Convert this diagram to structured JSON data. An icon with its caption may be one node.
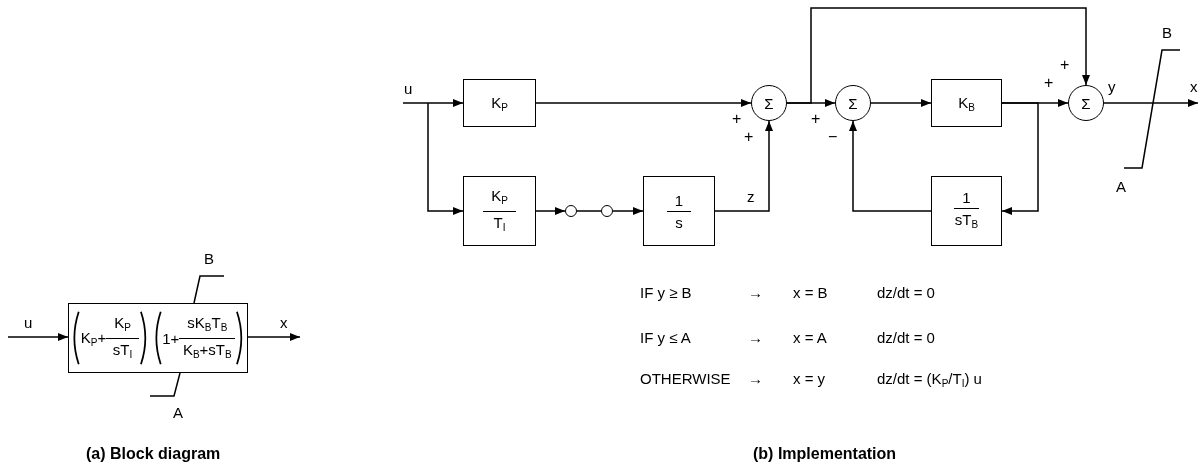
{
  "diagram": {
    "nodes": [
      {
        "text": [
          "K$_{P}$+",
          "K$_{P}$",
          "sT$_{I}$",
          "1+",
          "sK$_{B}$T$_{B}$",
          "K$_{B}$+sT$_{B}$"
        ]
      },
      {
        "text": [
          "K$_{P}$"
        ]
      },
      {
        "text": [
          "K$_{P}$",
          "T$_{I}$"
        ]
      },
      {
        "text": [],
        "shape": "circle"
      },
      {
        "text": [],
        "shape": "circle"
      },
      {
        "text": [
          "1",
          "s"
        ]
      },
      {
        "text": [
          "Σ"
        ]
      },
      {
        "text": [
          "Σ"
        ]
      },
      {
        "text": [
          "K$_{B}$"
        ]
      },
      {
        "text": [
          "1",
          "sT$_{B}$"
        ]
      },
      {
        "text": [
          "Σ"
        ]
      },
      {
        "text": [],
        "shape": "picture",
        "beside": [
          "B",
          "A"
        ]
      }
    ],
    "edges": [
      {
        "from": null,
        "to": 0,
        "arrow": "to",
        "label": "u"
      },
      {
        "from": 0,
        "to": null,
        "arrow": "to",
        "label": "x"
      },
      {
        "from": null,
        "to": 1,
        "arrow": "to",
        "label": "u"
      },
      {
        "from": null,
        "to": 2,
        "arrow": "to"
      },
      {
        "from": 1,
        "to": 6,
        "arrow": "to"
      },
      {
        "from": 2,
        "to": 3,
        "arrow": "to"
      },
      {
        "from": 3,
        "to": 4,
        "arrow": "none"
      },
      {
        "from": 4,
        "to": 5,
        "arrow": "to"
      },
      {
        "from": 5,
        "to": 6,
        "arrow": "to",
        "label": "z"
      },
      {
        "from": 6,
        "to": 7,
        "arrow": "to"
      },
      {
        "from": 6,
        "to": 10,
        "arrow": "to"
      },
      {
        "from": 7,
        "to": 8,
        "arrow": "to"
      },
      {
        "from": 8,
        "to": 10,
        "arrow": "to"
      },
      {
        "from": 8,
        "to": 9,
        "arrow": "to"
      },
      {
        "from": 9,
        "to": 7,
        "arrow": "to"
      },
      {
        "from": 10,
        "to": 11,
        "arrow": "none",
        "label": "y"
      },
      {
        "from": 11,
        "to": null,
        "arrow": "to",
        "label": "x"
      }
    ],
    "labels": [
      "+",
      "+",
      "+",
      "+",
      "+",
      "−",
      "B",
      "A",
      "IF y ≥ B",
      "→",
      "x = B",
      "dz/dt = 0",
      "IF y ≤ A",
      "→",
      "x = A",
      "dz/dt = 0",
      "OTHERWISE",
      "→",
      "x = y",
      "dz/dt = (K$_{P}$/T$_{I}$) u",
      "(a) Block diagram",
      "(b) Implementation"
    ]
  }
}
